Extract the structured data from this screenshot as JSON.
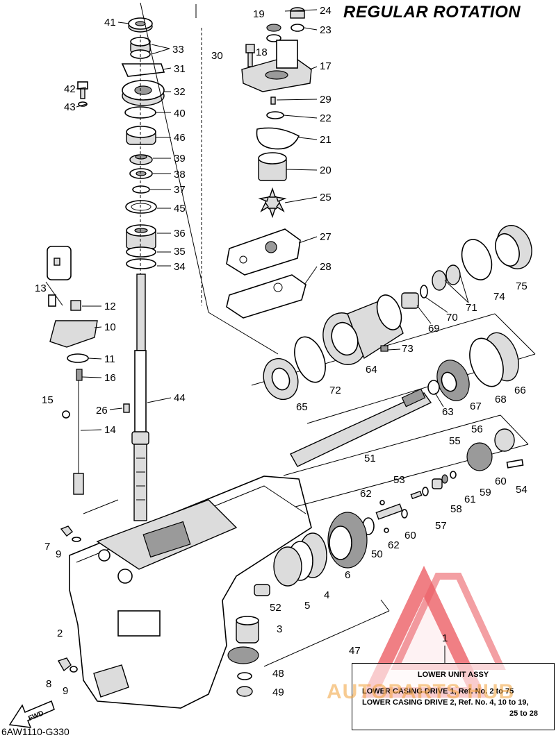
{
  "title": "REGULAR ROTATION",
  "diagram_code": "6AW1110-G330",
  "watermark": {
    "text": "AUTOPARTS HUB",
    "colors": {
      "triangle": "#e8434b",
      "text": "#f2a23a"
    }
  },
  "legend": {
    "number": "1",
    "title": "LOWER UNIT ASSY",
    "rows": [
      "LOWER CASING DRIVE 1,  Ref. No. 2 to 75",
      "LOWER CASING DRIVE 2,  Ref. No. 4, 10 to 19,",
      "25 to 28"
    ]
  },
  "fwd_label": "FWD",
  "callouts": [
    {
      "id": "41",
      "label": "41"
    },
    {
      "id": "33",
      "label": "33"
    },
    {
      "id": "31",
      "label": "31"
    },
    {
      "id": "32",
      "label": "32"
    },
    {
      "id": "42",
      "label": "42"
    },
    {
      "id": "43",
      "label": "43"
    },
    {
      "id": "40",
      "label": "40"
    },
    {
      "id": "46",
      "label": "46"
    },
    {
      "id": "39",
      "label": "39"
    },
    {
      "id": "38",
      "label": "38"
    },
    {
      "id": "37",
      "label": "37"
    },
    {
      "id": "45",
      "label": "45"
    },
    {
      "id": "36",
      "label": "36"
    },
    {
      "id": "35",
      "label": "35"
    },
    {
      "id": "34",
      "label": "34"
    },
    {
      "id": "13",
      "label": "13"
    },
    {
      "id": "12",
      "label": "12"
    },
    {
      "id": "10",
      "label": "10"
    },
    {
      "id": "11",
      "label": "11"
    },
    {
      "id": "16",
      "label": "16"
    },
    {
      "id": "15",
      "label": "15"
    },
    {
      "id": "14",
      "label": "14"
    },
    {
      "id": "26",
      "label": "26"
    },
    {
      "id": "44",
      "label": "44"
    },
    {
      "id": "7",
      "label": "7"
    },
    {
      "id": "9a",
      "label": "9"
    },
    {
      "id": "2",
      "label": "2"
    },
    {
      "id": "8",
      "label": "8"
    },
    {
      "id": "9b",
      "label": "9"
    },
    {
      "id": "19",
      "label": "19"
    },
    {
      "id": "24",
      "label": "24"
    },
    {
      "id": "23",
      "label": "23"
    },
    {
      "id": "18",
      "label": "18"
    },
    {
      "id": "30",
      "label": "30"
    },
    {
      "id": "17",
      "label": "17"
    },
    {
      "id": "29",
      "label": "29"
    },
    {
      "id": "22",
      "label": "22"
    },
    {
      "id": "21",
      "label": "21"
    },
    {
      "id": "20",
      "label": "20"
    },
    {
      "id": "25",
      "label": "25"
    },
    {
      "id": "27",
      "label": "27"
    },
    {
      "id": "28",
      "label": "28"
    },
    {
      "id": "75",
      "label": "75"
    },
    {
      "id": "74",
      "label": "74"
    },
    {
      "id": "71",
      "label": "71"
    },
    {
      "id": "70",
      "label": "70"
    },
    {
      "id": "69",
      "label": "69"
    },
    {
      "id": "73",
      "label": "73"
    },
    {
      "id": "64",
      "label": "64"
    },
    {
      "id": "72",
      "label": "72"
    },
    {
      "id": "65",
      "label": "65"
    },
    {
      "id": "66",
      "label": "66"
    },
    {
      "id": "68",
      "label": "68"
    },
    {
      "id": "67",
      "label": "67"
    },
    {
      "id": "63",
      "label": "63"
    },
    {
      "id": "51",
      "label": "51"
    },
    {
      "id": "56",
      "label": "56"
    },
    {
      "id": "55",
      "label": "55"
    },
    {
      "id": "54",
      "label": "54"
    },
    {
      "id": "60a",
      "label": "60"
    },
    {
      "id": "59",
      "label": "59"
    },
    {
      "id": "61",
      "label": "61"
    },
    {
      "id": "58",
      "label": "58"
    },
    {
      "id": "57",
      "label": "57"
    },
    {
      "id": "60b",
      "label": "60"
    },
    {
      "id": "53",
      "label": "53"
    },
    {
      "id": "62a",
      "label": "62"
    },
    {
      "id": "62b",
      "label": "62"
    },
    {
      "id": "50",
      "label": "50"
    },
    {
      "id": "6",
      "label": "6"
    },
    {
      "id": "4",
      "label": "4"
    },
    {
      "id": "5",
      "label": "5"
    },
    {
      "id": "52",
      "label": "52"
    },
    {
      "id": "3",
      "label": "3"
    },
    {
      "id": "47",
      "label": "47"
    },
    {
      "id": "48",
      "label": "48"
    },
    {
      "id": "49",
      "label": "49"
    }
  ]
}
